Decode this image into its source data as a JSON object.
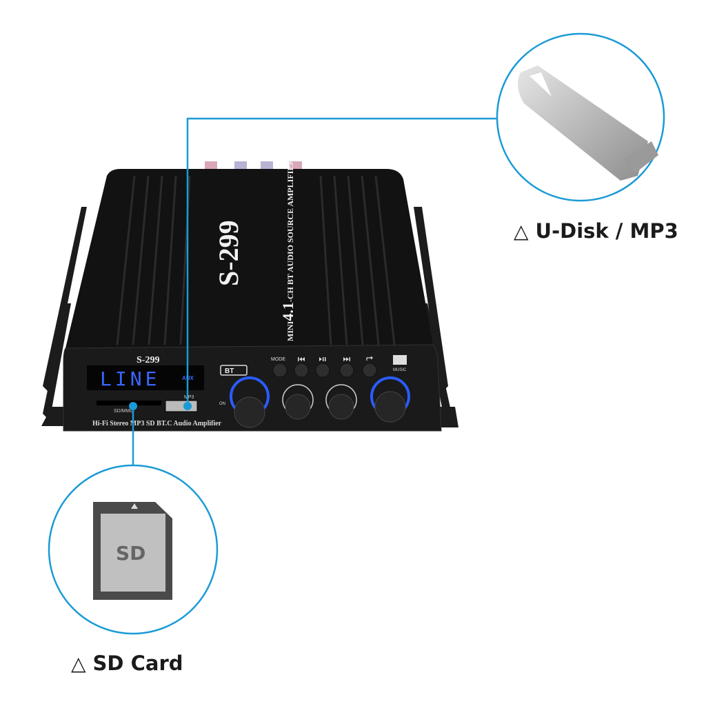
{
  "callouts": {
    "usb": {
      "label": "U-Disk / MP3",
      "icon": "triangle-outline-icon"
    },
    "sd": {
      "label": "SD Card",
      "icon": "triangle-outline-icon",
      "card_text": "SD"
    }
  },
  "amplifier": {
    "top_model": "S-299",
    "top_subtitle_prefix": "MINI",
    "top_subtitle_big": "4.1",
    "top_subtitle_rest": "-CH BT AUDIO SOURCE AMPLIFIER",
    "front_model": "S-299",
    "display_text": "LINE",
    "display_aux": "AUX",
    "usb_label": "MP3",
    "sd_label": "SD/MMC",
    "front_caption": "Hi-Fi Stereo MP3 SD BT.C Audio Amplifier",
    "bt_badge": "BT",
    "mode_label": "MODE",
    "music_label": "MUSIC",
    "knob_on_label": "ON"
  },
  "colors": {
    "accent": "#1a9ad6",
    "display": "#2f5bff",
    "body": "#141414"
  }
}
